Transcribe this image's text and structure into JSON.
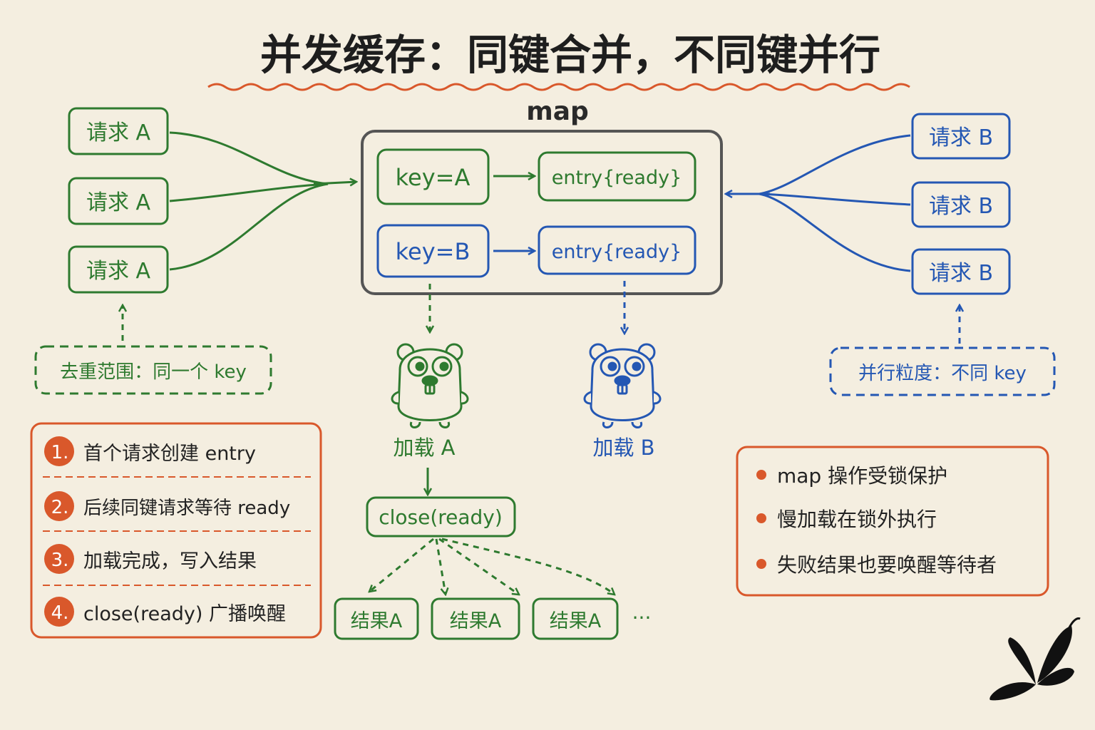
{
  "title": "并发缓存：同键合并，不同键并行",
  "map_label": "map",
  "colors": {
    "green": "#2e7a2f",
    "blue": "#2457b3",
    "orange": "#d9582b",
    "dark": "#2a2a2a",
    "gray": "#555555",
    "bg": "#f4eee0"
  },
  "left_requests": [
    "请求 A",
    "请求 A",
    "请求 A"
  ],
  "right_requests": [
    "请求 B",
    "请求 B",
    "请求 B"
  ],
  "key_a": "key=A",
  "key_b": "key=B",
  "entry_a": "entry{ready}",
  "entry_b": "entry{ready}",
  "dedup_scope": "去重范围：同一个 key",
  "parallel_granularity": "并行粒度：不同 key",
  "load_a": "加载 A",
  "load_b": "加载 B",
  "close_ready": "close(ready)",
  "results": [
    "结果A",
    "结果A",
    "结果A"
  ],
  "results_ellipsis": "···",
  "steps": [
    {
      "num": "1.",
      "text": "首个请求创建 entry"
    },
    {
      "num": "2.",
      "text": "后续同键请求等待 ready"
    },
    {
      "num": "3.",
      "text": "加载完成，写入结果"
    },
    {
      "num": "4.",
      "text": "close(ready) 广播唤醒"
    }
  ],
  "notes": [
    "map 操作受锁保护",
    "慢加载在锁外执行",
    "失败结果也要唤醒等待者"
  ],
  "icons": {
    "gopher": "gopher-mascot-icon",
    "logo": "butterfly-logo-icon"
  }
}
